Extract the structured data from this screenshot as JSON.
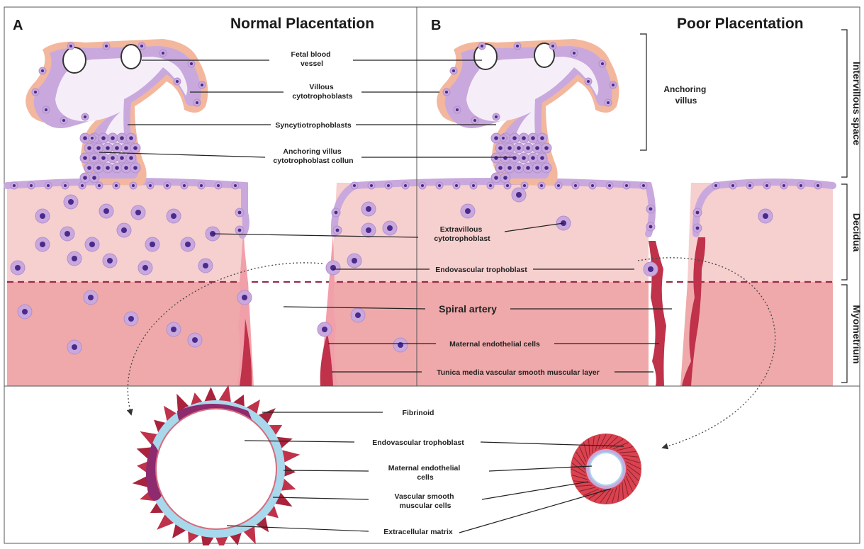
{
  "panel_a": {
    "letter": "A",
    "title": "Normal Placentation"
  },
  "panel_b": {
    "letter": "B",
    "title": "Poor Placentation"
  },
  "layers": {
    "intervillous": "Intervillous space",
    "decidua": "Decidua",
    "myometrium": "Myometrium"
  },
  "labels": {
    "fetal_blood_vessel": [
      "Fetal blood",
      "vessel"
    ],
    "villous_ctb": [
      "Villous",
      "cytotrophoblasts"
    ],
    "syncytio": [
      "Syncytiotrophoblasts"
    ],
    "anchoring_column": [
      "Anchoring villus",
      "cytotrophoblast collun"
    ],
    "extravillous": [
      "Extravillous",
      "cytotrophoblast"
    ],
    "endovascular": [
      "Endovascular trophoblast"
    ],
    "spiral_artery": [
      "Spiral artery"
    ],
    "maternal_endo": [
      "Maternal endothelial cells"
    ],
    "tunica_media": [
      "Tunica media vascular smooth muscular layer"
    ],
    "anchoring_villus_b": [
      "Anchoring",
      "villus"
    ]
  },
  "inset_labels": {
    "fibrinoid": [
      "Fibrinoid"
    ],
    "endovascular": [
      "Endovascular trophoblast"
    ],
    "maternal_endo": [
      "Maternal endothelial",
      "cells"
    ],
    "vsmc": [
      "Vascular smooth",
      "muscular cells"
    ],
    "ecm": [
      "Extracellular matrix"
    ]
  },
  "colors": {
    "decidua": "#f6cfcf",
    "myometrium": "#efa9aa",
    "villus_core": "#f5eef8",
    "trophoblast": "#c9a9dd",
    "nucleus": "#4a2a8a",
    "syncytio": "#f3b79e",
    "artery_wall": "#c0314a",
    "fibrinoid": "#8e2a6e",
    "ecm": "#a8d8ec"
  }
}
